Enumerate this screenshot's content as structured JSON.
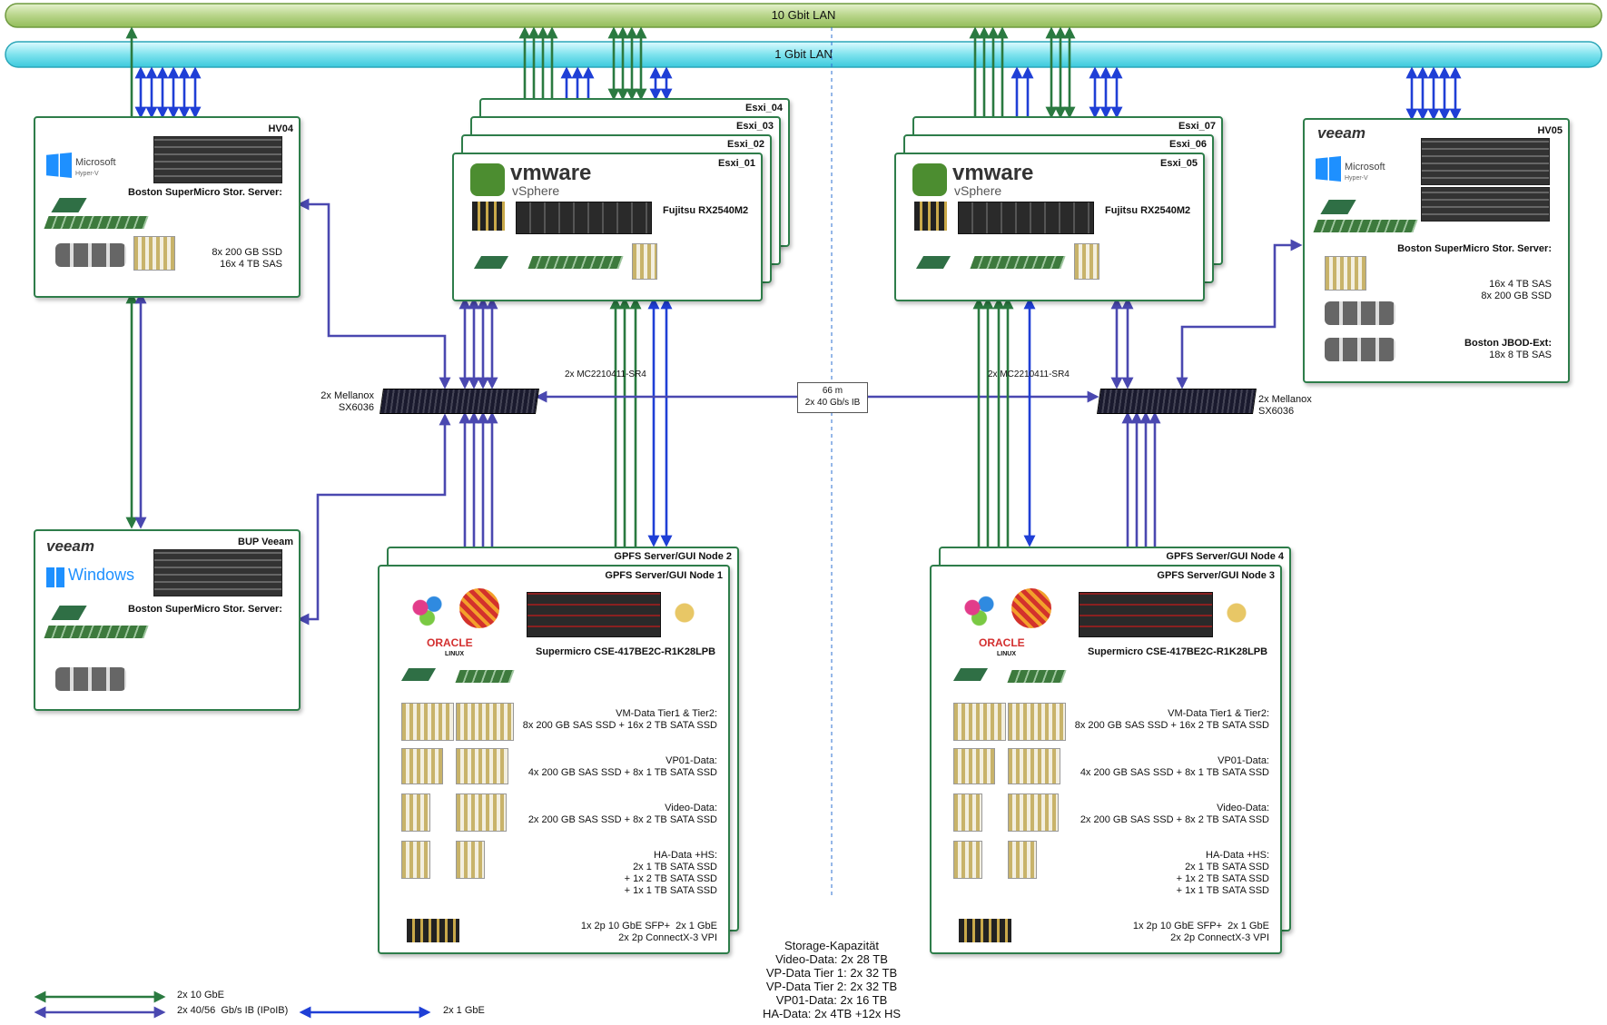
{
  "lan": {
    "ten": "10 Gbit LAN",
    "one": "1 Gbit LAN"
  },
  "hv04": {
    "name": "HV04",
    "server": "Boston SuperMicro Stor. Server:",
    "specs": [
      "8x 200 GB SSD",
      "16x 4 TB SAS"
    ],
    "logo_brand": "Microsoft",
    "logo_sub": "Hyper-V"
  },
  "bup": {
    "name": "BUP Veeam",
    "server": "Boston SuperMicro Stor. Server:",
    "logo_top": "veeam",
    "logo_os": "Windows"
  },
  "hv05": {
    "name": "HV05",
    "server": "Boston SuperMicro Stor. Server:",
    "specs": [
      "16x 4 TB SAS",
      "8x 200 GB SSD"
    ],
    "jbod": "Boston JBOD-Ext:",
    "jbod_spec": "18x 8 TB SAS",
    "logo_top": "veeam",
    "logo_brand": "Microsoft",
    "logo_sub": "Hyper-V"
  },
  "esxi_left": {
    "names": [
      "Esxi_04",
      "Esxi_03",
      "Esxi_02",
      "Esxi_01"
    ],
    "server": "Fujitsu RX2540M2",
    "brand": "vmware",
    "sub": "vSphere"
  },
  "esxi_right": {
    "names": [
      "Esxi_07",
      "Esxi_06",
      "Esxi_05"
    ],
    "server": "Fujitsu RX2540M2",
    "brand": "vmware",
    "sub": "vSphere"
  },
  "mellanox_left": {
    "label": "2x Mellanox\nSX6036",
    "cable": "2x MC2210411-SR4"
  },
  "mellanox_right": {
    "label": "2x Mellanox\nSX6036",
    "cable": "2x MC2210411-SR4"
  },
  "interlink": {
    "label": "66 m\n2x 40 Gb/s IB"
  },
  "gpfs_left": {
    "back": "GPFS Server/GUI Node 2",
    "front": "GPFS Server/GUI Node 1",
    "chassis": "Supermicro CSE-417BE2C-R1K28LPB",
    "oracle": "ORACLE",
    "linux": "LINUX",
    "blocks": [
      "VM-Data Tier1 & Tier2:\n8x 200 GB SAS SSD + 16x 2 TB SATA SSD",
      "VP01-Data:\n4x 200 GB SAS SSD + 8x 1 TB SATA SSD",
      "Video-Data:\n2x 200 GB SAS SSD + 8x 2 TB SATA SSD",
      "HA-Data +HS:\n2x 1 TB SATA SSD\n+ 1x 2 TB SATA SSD\n+ 1x 1 TB SATA SSD"
    ],
    "nics": "1x 2p 10 GbE SFP+  2x 1 GbE\n2x 2p ConnectX-3 VPI"
  },
  "gpfs_right": {
    "back": "GPFS Server/GUI Node 4",
    "front": "GPFS Server/GUI Node 3",
    "chassis": "Supermicro CSE-417BE2C-R1K28LPB",
    "oracle": "ORACLE",
    "linux": "LINUX",
    "blocks": [
      "VM-Data Tier1 & Tier2:\n8x 200 GB SAS SSD + 16x 2 TB SATA SSD",
      "VP01-Data:\n4x 200 GB SAS SSD + 8x 1 TB SATA SSD",
      "Video-Data:\n2x 200 GB SAS SSD + 8x 2 TB SATA SSD",
      "HA-Data +HS:\n2x 1 TB SATA SSD\n+ 1x 2 TB SATA SSD\n+ 1x 1 TB SATA SSD"
    ],
    "nics": "1x 2p 10 GbE SFP+  2x 1 GbE\n2x 2p ConnectX-3 VPI"
  },
  "capacity": {
    "title": "Storage-Kapazität",
    "lines": [
      "Video-Data: 2x 28 TB",
      "VP-Data Tier 1: 2x 32 TB",
      "VP-Data Tier 2: 2x 32 TB",
      "VP01-Data: 2x 16 TB",
      "HA-Data: 2x 4TB +12x HS"
    ]
  },
  "legend": {
    "green": "2x 10 GbE",
    "purple": "2x 40/56  Gb/s IB (IPoIB)",
    "blue": "2x 1 GbE"
  },
  "colors": {
    "green": "#2a7a40",
    "purple": "#4a48b0",
    "blue": "#1f3fd6",
    "lan10": "#b8d58a",
    "lan1": "#7fe3ee"
  }
}
